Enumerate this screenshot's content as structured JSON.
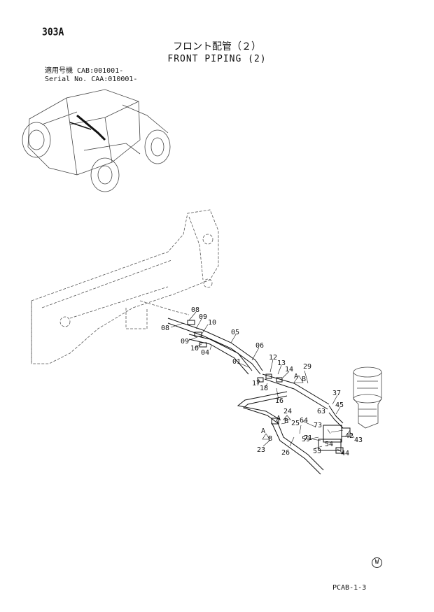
{
  "header": {
    "sheet_code": "303A",
    "title_jp": "フロント配管（２）",
    "title_en": "FRONT PIPING (2)"
  },
  "serial": {
    "line1": "適用号機  CAB:001001-",
    "line2": "Serial No. CAA:010001-"
  },
  "callouts": [
    "08",
    "09",
    "10",
    "08",
    "09",
    "10",
    "04",
    "05",
    "06",
    "01",
    "12",
    "13",
    "14",
    "29",
    "17",
    "18",
    "16",
    "A",
    "B",
    "37",
    "45",
    "24",
    "A",
    "B",
    "64",
    "63",
    "73",
    "71",
    "42",
    "43",
    "59",
    "54",
    "44",
    "53",
    "25",
    "A",
    "B",
    "23",
    "26"
  ],
  "footer": {
    "page_code": "PCAB-1-3",
    "w_mark": "W"
  }
}
